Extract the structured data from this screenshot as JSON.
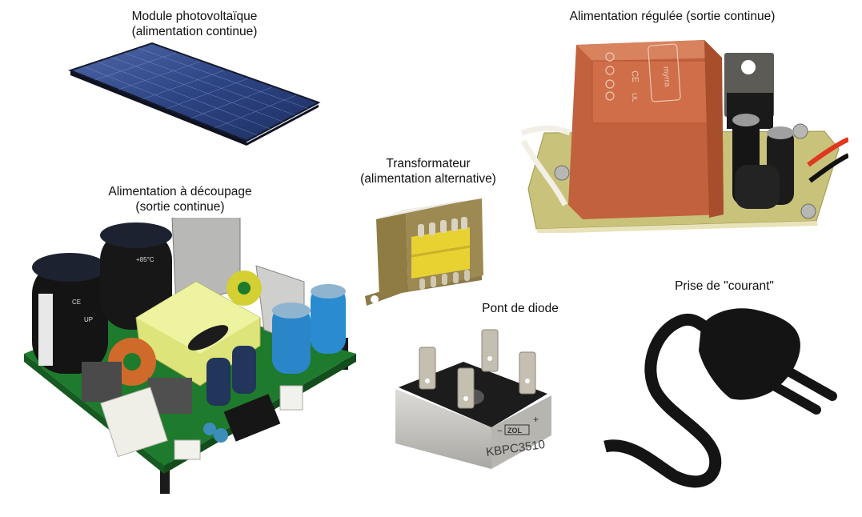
{
  "figure": {
    "background": "#ffffff",
    "items": [
      {
        "id": "solar",
        "title": "Module photovoltaïque",
        "subtitle": "(alimentation continue)",
        "image": "solar-panel-icon"
      },
      {
        "id": "regulated",
        "title": "Alimentation régulée (sortie continue)",
        "subtitle": "",
        "image": "regulated-power-supply-board",
        "markings": {
          "brand": "myrra",
          "cert_marks": [
            "CE",
            "UL"
          ]
        }
      },
      {
        "id": "smps",
        "title": "Alimentation à découpage",
        "subtitle": "(sortie continue)",
        "image": "switching-power-supply-board",
        "markings": {
          "capacitor_text": [
            "UP",
            "CE",
            "+85°C"
          ]
        }
      },
      {
        "id": "transformer",
        "title": "Transformateur",
        "subtitle": "(alimentation alternative)",
        "image": "transformer-icon"
      },
      {
        "id": "bridge",
        "title": "Pont de diode",
        "subtitle": "",
        "image": "diode-bridge-icon",
        "markings": {
          "brand": "ZOL",
          "part_number": "KBPC3510",
          "minus": "~",
          "plus": "+"
        }
      },
      {
        "id": "plug",
        "title": "Prise de \"courant\"",
        "subtitle": "",
        "image": "power-plug-icon"
      }
    ],
    "colors": {
      "text": "#111111",
      "solar_blue": "#2b3f7a",
      "transformer_orange": "#c8623e",
      "pcb_green": "#1f7a2e",
      "pcb_yellow": "#d9d48a",
      "bridge_silver": "#c9c7c2",
      "plug_black": "#141414"
    }
  }
}
